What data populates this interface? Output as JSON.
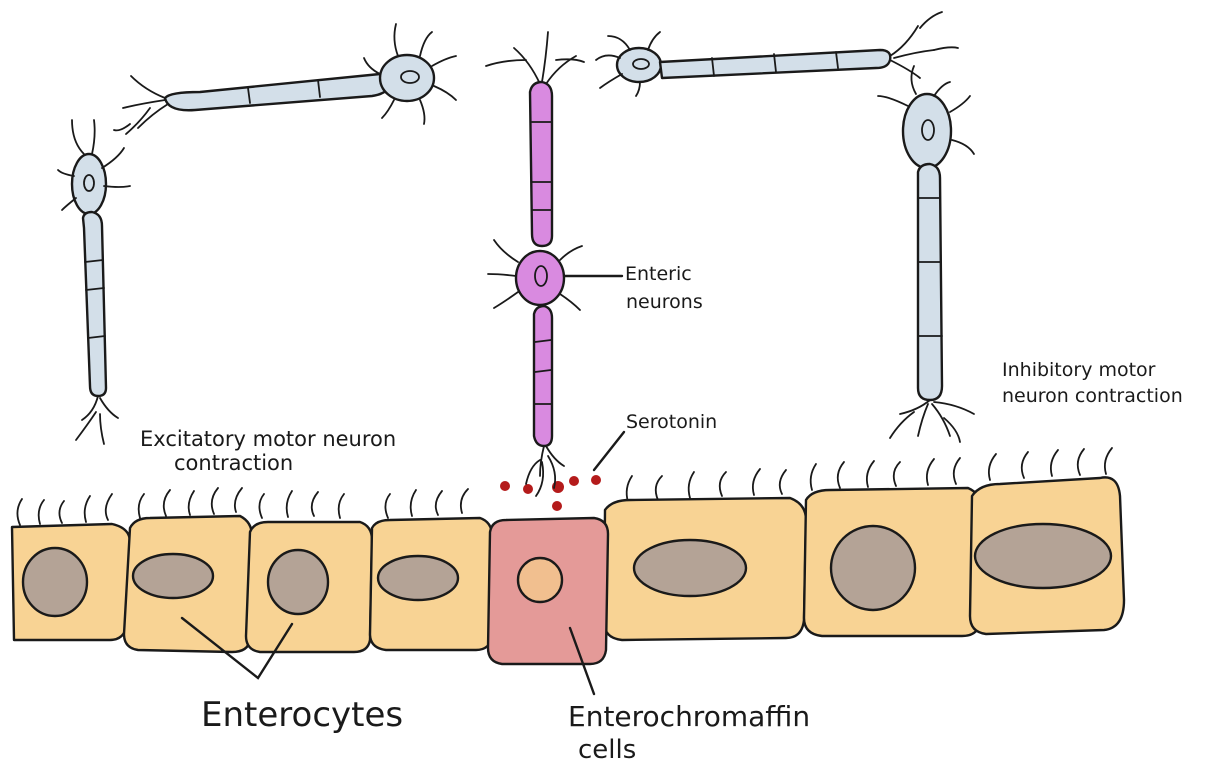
{
  "labels": {
    "enteric_neurons_line1": "Enteric",
    "enteric_neurons_line2": "neurons",
    "excitatory_line1": "Excitatory motor neuron",
    "excitatory_line2": "contraction",
    "inhibitory_line1": "Inhibitory motor",
    "inhibitory_line2": "neuron contraction",
    "serotonin": "Serotonin",
    "enterocytes": "Enterocytes",
    "enterochromaffin_line1": "Enterochromaffin",
    "enterochromaffin_line2": "cells"
  },
  "colors": {
    "blue_neuron": "#d3dfe9",
    "purple_neuron": "#d98ae0",
    "enterocyte": "#f8d394",
    "nucleus": "#b4a396",
    "enterochromaffin_cell": "#e49a98",
    "ec_nucleus": "#f1bf8f",
    "serotonin": "#b41b1b"
  }
}
